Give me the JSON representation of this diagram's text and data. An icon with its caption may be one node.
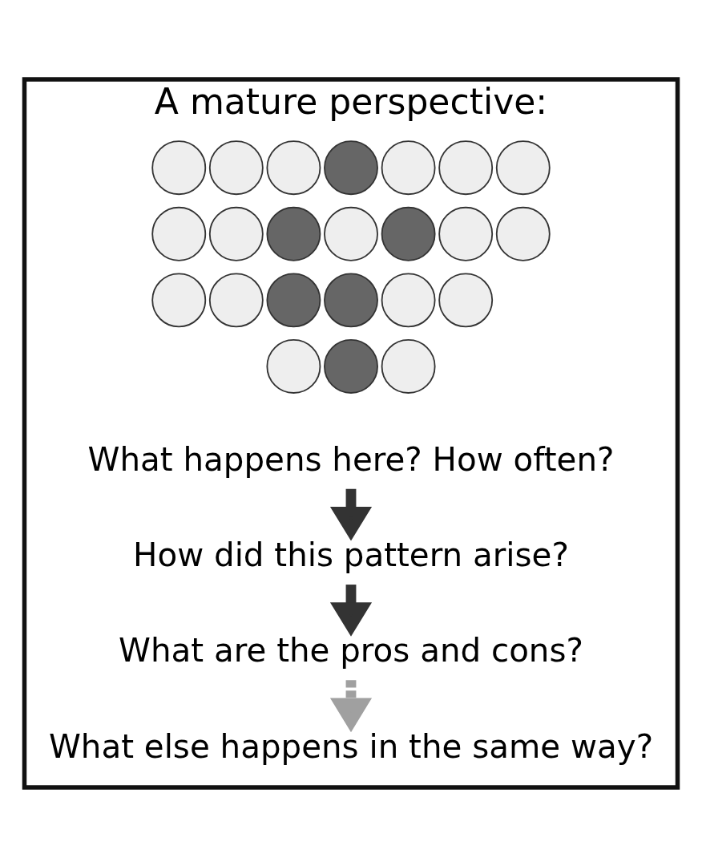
{
  "diagram": {
    "nodes": [
      {
        "text": [
          "A mature perspective:"
        ]
      },
      {
        "text": [],
        "shape": "circle",
        "in": 0
      },
      {
        "text": [],
        "shape": "circle",
        "in": 0
      },
      {
        "text": [],
        "shape": "circle",
        "in": 0
      },
      {
        "text": [],
        "shape": "circle",
        "in": 0
      },
      {
        "text": [],
        "shape": "circle",
        "in": 0
      },
      {
        "text": [],
        "shape": "circle",
        "in": 0
      },
      {
        "text": [],
        "shape": "circle",
        "in": 0
      },
      {
        "text": [],
        "shape": "circle",
        "in": 0
      },
      {
        "text": [],
        "shape": "circle",
        "in": 0
      },
      {
        "text": [],
        "shape": "circle",
        "in": 0
      },
      {
        "text": [],
        "shape": "circle",
        "in": 0
      },
      {
        "text": [],
        "shape": "circle",
        "in": 0
      },
      {
        "text": [],
        "shape": "circle",
        "in": 0
      },
      {
        "text": [],
        "shape": "circle",
        "in": 0
      },
      {
        "text": [],
        "shape": "circle",
        "in": 0
      },
      {
        "text": [],
        "shape": "circle",
        "in": 0
      },
      {
        "text": [],
        "shape": "circle",
        "in": 0
      },
      {
        "text": [],
        "shape": "circle",
        "in": 0
      },
      {
        "text": [],
        "shape": "circle",
        "in": 0
      },
      {
        "text": [],
        "shape": "circle",
        "in": 0
      },
      {
        "text": [],
        "shape": "circle",
        "in": 0
      },
      {
        "text": [],
        "shape": "circle",
        "in": 0
      },
      {
        "text": [],
        "shape": "circle",
        "in": 0
      },
      {
        "text": [
          "What happens here? How often?"
        ],
        "in": 0
      },
      {
        "text": [
          "How did this pattern arise?"
        ],
        "in": 0
      },
      {
        "text": [
          "What are the pros and cons?"
        ],
        "in": 0
      },
      {
        "text": [
          "What else happens in the same way?"
        ],
        "in": 0
      }
    ],
    "edges": [
      {
        "from": 24,
        "to": 25,
        "arrow": "to"
      },
      {
        "from": 25,
        "to": 26,
        "arrow": "to"
      },
      {
        "from": 26,
        "to": 27,
        "arrow": "to",
        "style": "dashed",
        "color": "#a0a0a0"
      }
    ]
  }
}
